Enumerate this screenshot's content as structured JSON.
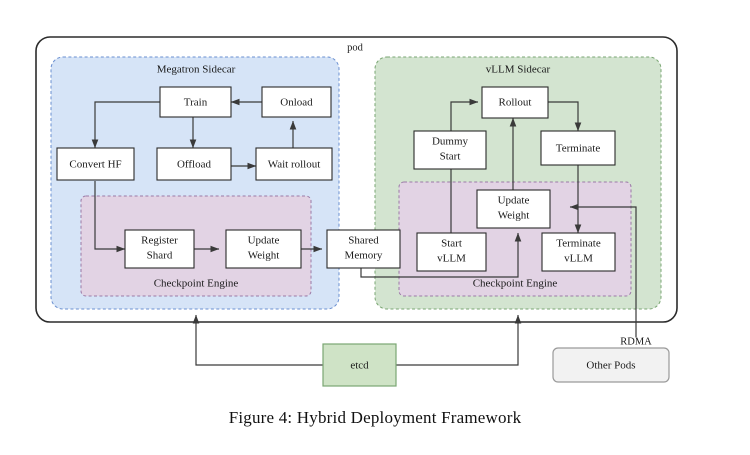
{
  "figure": {
    "caption": "Figure 4: Hybrid Deployment Framework"
  },
  "pod": {
    "label": "pod",
    "border_color": "#2b2b2b"
  },
  "groups": {
    "megatron": {
      "label": "Megatron Sidecar",
      "fill": "#d6e4f7",
      "stroke": "#6a8fd0"
    },
    "vllm": {
      "label": "vLLM Sidecar",
      "fill": "#d3e4d0",
      "stroke": "#7aa673"
    },
    "checkpoint_engine_left": {
      "label": "Checkpoint Engine",
      "fill": "#e2d3e4",
      "stroke": "#9b7aa6"
    },
    "checkpoint_engine_right": {
      "label": "Checkpoint Engine",
      "fill": "#e2d3e4",
      "stroke": "#9b7aa6"
    }
  },
  "nodes": {
    "train": "Train",
    "onload": "Onload",
    "convert_hf": "Convert HF",
    "offload": "Offload",
    "wait_rollout": "Wait rollout",
    "register_shard_l1": "Register",
    "register_shard_l2": "Shard",
    "update_weight_left_l1": "Update",
    "update_weight_left_l2": "Weight",
    "shared_memory_l1": "Shared",
    "shared_memory_l2": "Memory",
    "rollout": "Rollout",
    "dummy_start_l1": "Dummy",
    "dummy_start_l2": "Start",
    "terminate": "Terminate",
    "update_weight_right_l1": "Update",
    "update_weight_right_l2": "Weight",
    "start_vllm_l1": "Start",
    "start_vllm_l2": "vLLM",
    "terminate_vllm_l1": "Terminate",
    "terminate_vllm_l2": "vLLM",
    "etcd": "etcd",
    "other_pods": "Other Pods"
  },
  "edges": {
    "rdma_label": "RDMA"
  },
  "colors": {
    "etcd_fill": "#cfe3c6",
    "etcd_stroke": "#7aa673",
    "other_pods_fill": "#f2f2f2",
    "other_pods_stroke": "#9a9a9a",
    "node_fill": "#ffffff",
    "node_stroke": "#2b2b2b",
    "edge_stroke": "#3a3a3a"
  }
}
